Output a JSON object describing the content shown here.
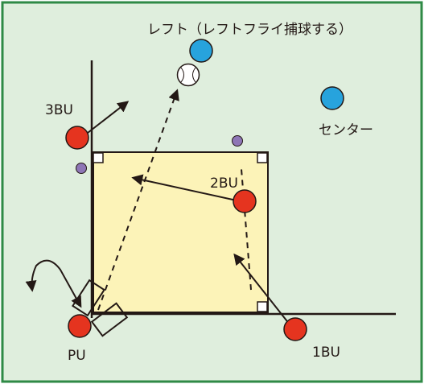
{
  "labels": {
    "left_fielder": "レフト（レフトフライ捕球する）",
    "center_fielder": "センター",
    "third_base_umpire": "3BU",
    "second_base_umpire": "2BU",
    "first_base_umpire": "1BU",
    "plate_umpire": "PU"
  },
  "colors": {
    "background": "#dfeedd",
    "border": "#2f8a46",
    "infield": "#fcf3b8",
    "umpire": "#e5341f",
    "fielder": "#27a3dd",
    "runner": "#8e76b6",
    "line": "#231815"
  },
  "icons": [
    "baseball-icon"
  ]
}
